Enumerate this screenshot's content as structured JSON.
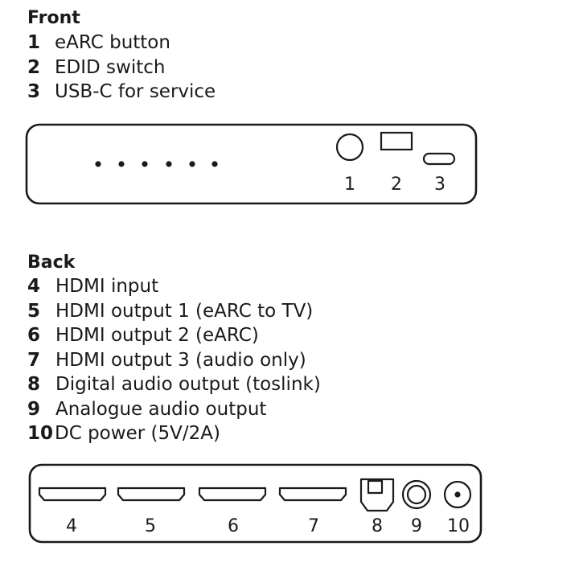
{
  "front": {
    "heading": "Front",
    "items": [
      {
        "num": "1",
        "label": "eARC button"
      },
      {
        "num": "2",
        "label": "EDID switch"
      },
      {
        "num": "3",
        "label": "USB-C for service"
      }
    ],
    "callouts": [
      "1",
      "2",
      "3"
    ]
  },
  "back": {
    "heading": "Back",
    "items": [
      {
        "num": "4",
        "label": "HDMI input"
      },
      {
        "num": "5",
        "label": "HDMI output 1 (eARC to TV)"
      },
      {
        "num": "6",
        "label": "HDMI output 2 (eARC)"
      },
      {
        "num": "7",
        "label": "HDMI output 3 (audio only)"
      },
      {
        "num": "8",
        "label": "Digital audio output (toslink)"
      },
      {
        "num": "9",
        "label": "Analogue audio output"
      },
      {
        "num": "10",
        "label": "DC power (5V/2A)"
      }
    ],
    "callouts": [
      "4",
      "5",
      "6",
      "7",
      "8",
      "9",
      "10"
    ]
  },
  "colors": {
    "ink": "#1a1a1a",
    "background": "#ffffff"
  }
}
